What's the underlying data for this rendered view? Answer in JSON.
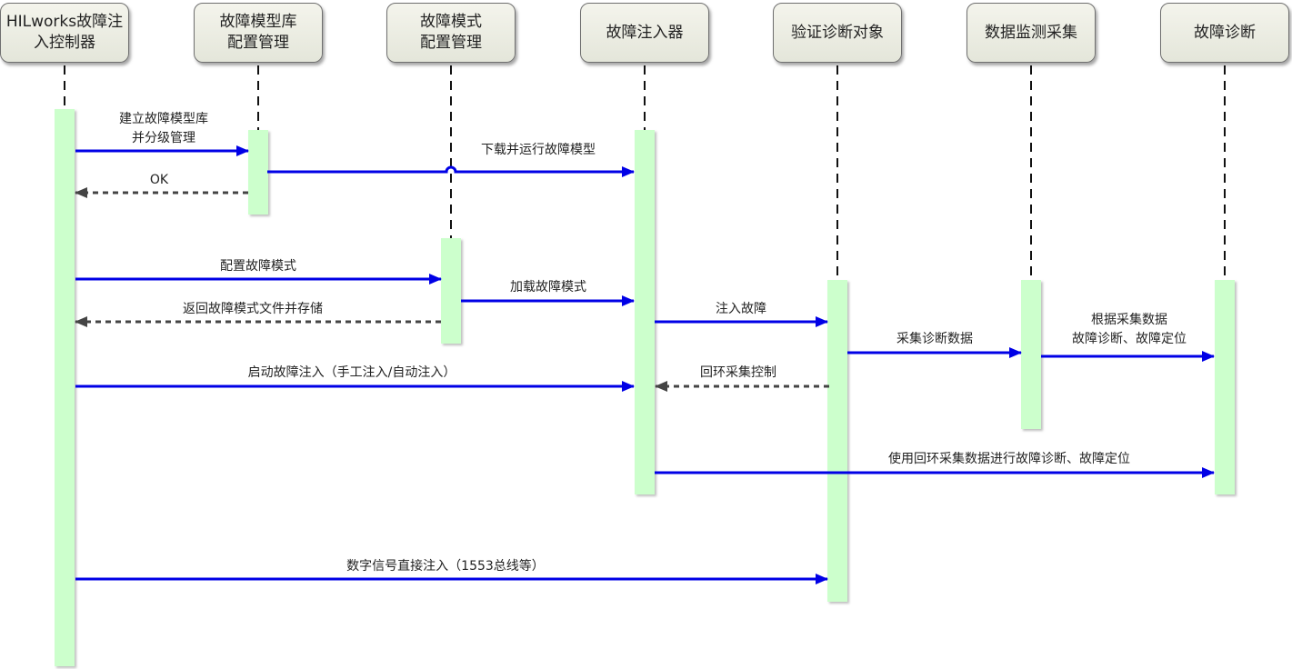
{
  "diagram": {
    "colors": {
      "arrow": "#0000e6",
      "return_arrow": "#444444",
      "activation": "#ccffcc",
      "lifeline": "#111111"
    },
    "participants": [
      {
        "id": "controller",
        "label": "HILworks故障注\n入控制器"
      },
      {
        "id": "model_lib",
        "label": "故障模型库\n配置管理"
      },
      {
        "id": "mode_cfg",
        "label": "故障模式\n配置管理"
      },
      {
        "id": "injector",
        "label": "故障注入器"
      },
      {
        "id": "target",
        "label": "验证诊断对象"
      },
      {
        "id": "monitor",
        "label": "数据监测采集"
      },
      {
        "id": "diagnosis",
        "label": "故障诊断"
      }
    ],
    "messages": [
      {
        "from": "controller",
        "to": "model_lib",
        "label": "建立故障模型库\n并分级管理",
        "style": "solid"
      },
      {
        "from": "model_lib",
        "to": "injector",
        "label": "下载并运行故障模型",
        "style": "solid"
      },
      {
        "from": "model_lib",
        "to": "controller",
        "label": "OK",
        "style": "dashed"
      },
      {
        "from": "controller",
        "to": "mode_cfg",
        "label": "配置故障模式",
        "style": "solid"
      },
      {
        "from": "mode_cfg",
        "to": "injector",
        "label": "加载故障模式",
        "style": "solid"
      },
      {
        "from": "mode_cfg",
        "to": "controller",
        "label": "返回故障模式文件并存储",
        "style": "dashed"
      },
      {
        "from": "injector",
        "to": "target",
        "label": "注入故障",
        "style": "solid"
      },
      {
        "from": "target",
        "to": "monitor",
        "label": "采集诊断数据",
        "style": "solid"
      },
      {
        "from": "monitor",
        "to": "diagnosis",
        "label": "根据采集数据\n故障诊断、故障定位",
        "style": "solid"
      },
      {
        "from": "controller",
        "to": "injector",
        "label": "启动故障注入（手工注入/自动注入）",
        "style": "solid"
      },
      {
        "from": "target",
        "to": "injector",
        "label": "回环采集控制",
        "style": "dashed"
      },
      {
        "from": "injector",
        "to": "diagnosis",
        "label": "使用回环采集数据进行故障诊断、故障定位",
        "style": "solid"
      },
      {
        "from": "controller",
        "to": "target",
        "label": "数字信号直接注入（1553总线等）",
        "style": "solid"
      }
    ]
  }
}
